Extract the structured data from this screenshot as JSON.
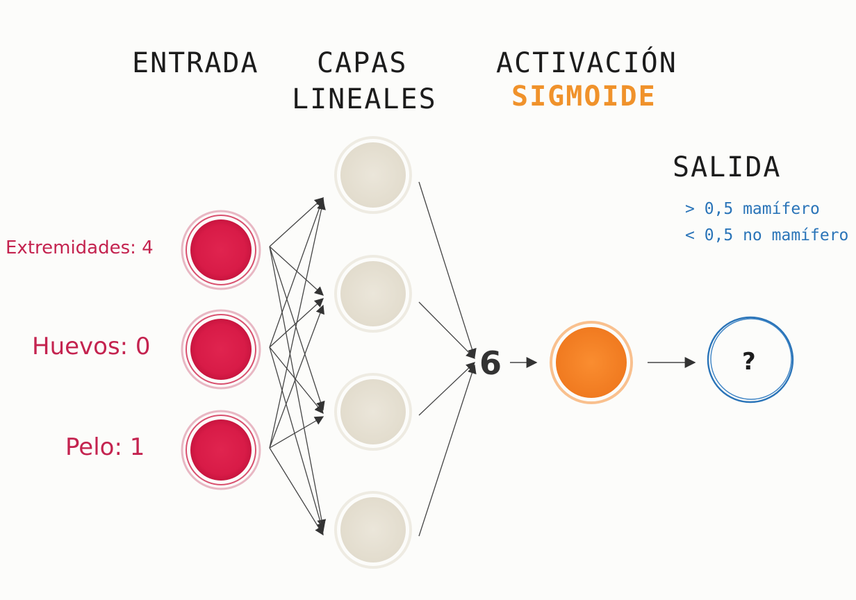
{
  "headings": {
    "input": "ENTRADA",
    "linear_line1": "CAPAS",
    "linear_line2": "LINEALES",
    "activation_line1": "ACTIVACIÓN",
    "activation_line2": "SIGMOIDE",
    "output": "SALIDA"
  },
  "inputs": [
    {
      "label": "Extremidades: 4"
    },
    {
      "label": "Huevos: 0"
    },
    {
      "label": "Pelo: 1"
    }
  ],
  "output_legend": {
    "above": "> 0,5 mamífero",
    "below": "< 0,5 no mamífero"
  },
  "sum_value": "6",
  "output_value": "?",
  "colors": {
    "input_node": "#d81b47",
    "hidden_node": "#e8e3d6",
    "activation_node": "#f7852a",
    "output_ring": "#2a74b8",
    "input_text": "#c4234f",
    "accent_heading": "#f0922b",
    "legend_text": "#2a74b8"
  },
  "icons": {
    "arrow": "arrow-head-icon"
  }
}
